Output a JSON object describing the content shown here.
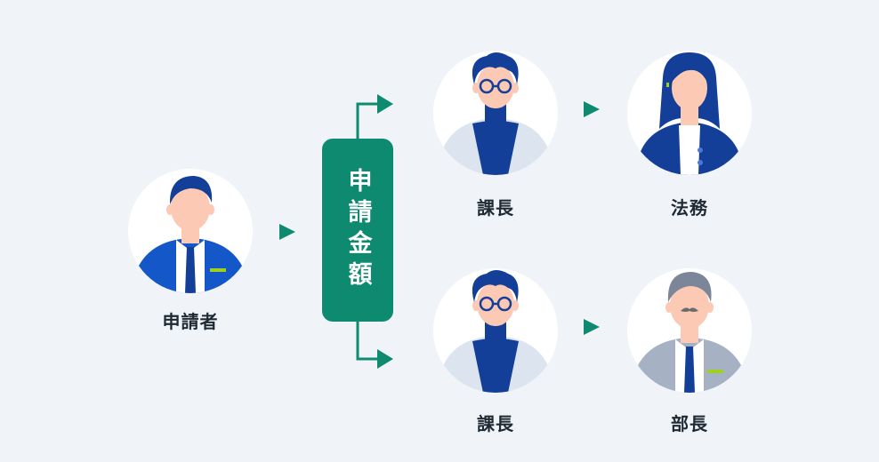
{
  "applicant": {
    "label": "申請者"
  },
  "condition_box": {
    "label": "申請金額"
  },
  "route_top": {
    "step1": {
      "label": "課長"
    },
    "step2": {
      "label": "法務"
    }
  },
  "route_bottom": {
    "step1": {
      "label": "課長"
    },
    "step2": {
      "label": "部長"
    }
  },
  "colors": {
    "background": "#f0f4f9",
    "accent_green": "#0d8a6f",
    "navy": "#133f99",
    "skin": "#fcc9b5"
  },
  "icons": [
    "triangle-right-icon",
    "branch-arrow-icon"
  ]
}
